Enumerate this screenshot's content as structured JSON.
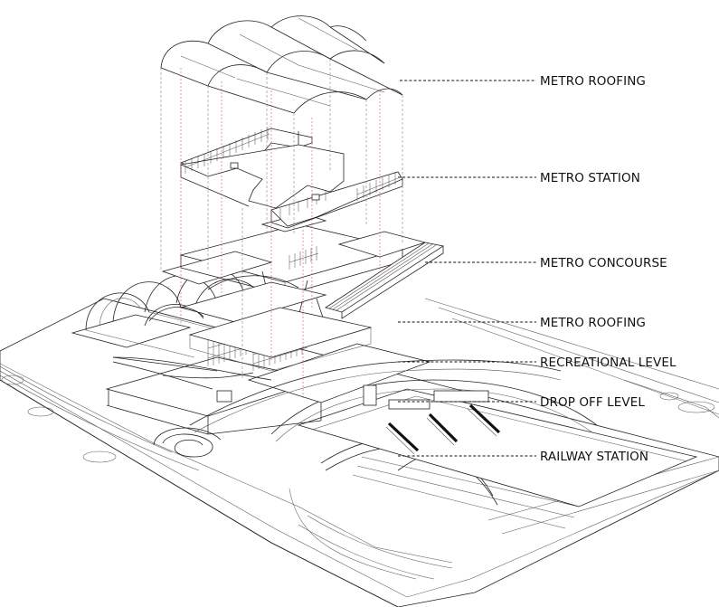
{
  "labels": {
    "metro_roofing_top": "METRO ROOFING",
    "metro_station": "METRO STATION",
    "metro_concourse": "METRO CONCOURSE",
    "metro_roofing_mid": "METRO ROOFING",
    "recreational_level": "RECREATIONAL LEVEL",
    "drop_off_level": "DROP OFF LEVEL",
    "railway_station": "RAILWAY STATION"
  }
}
